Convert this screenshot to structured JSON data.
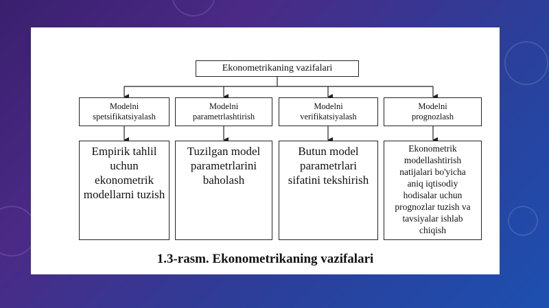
{
  "diagram": {
    "title": "Ekonometrikaning vazifalari",
    "columns": [
      {
        "header": "Modelni\nspetsifikatsiyalash",
        "description": "Empirik tahlil\nuchun\nekonometrik\nmodellarni tuzish"
      },
      {
        "header": "Modelni\nparametrlashtirish",
        "description": "Tuzilgan model\nparametrlarini\nbaholash"
      },
      {
        "header": "Modelni\nverifikatsiyalash",
        "description": "Butun model\nparametrlari\nsifatini tekshirish"
      },
      {
        "header": "Modelni\nprognozlash",
        "description": "Ekonometrik\nmodellashtirish\nnatijalari bo'yicha\naniq iqtisodiy\nhodisalar uchun\nprognozlar tuzish va\ntavsiyalar ishlab\nchiqish"
      }
    ],
    "caption": "1.3-rasm. Ekonometrikaning vazifalari"
  }
}
